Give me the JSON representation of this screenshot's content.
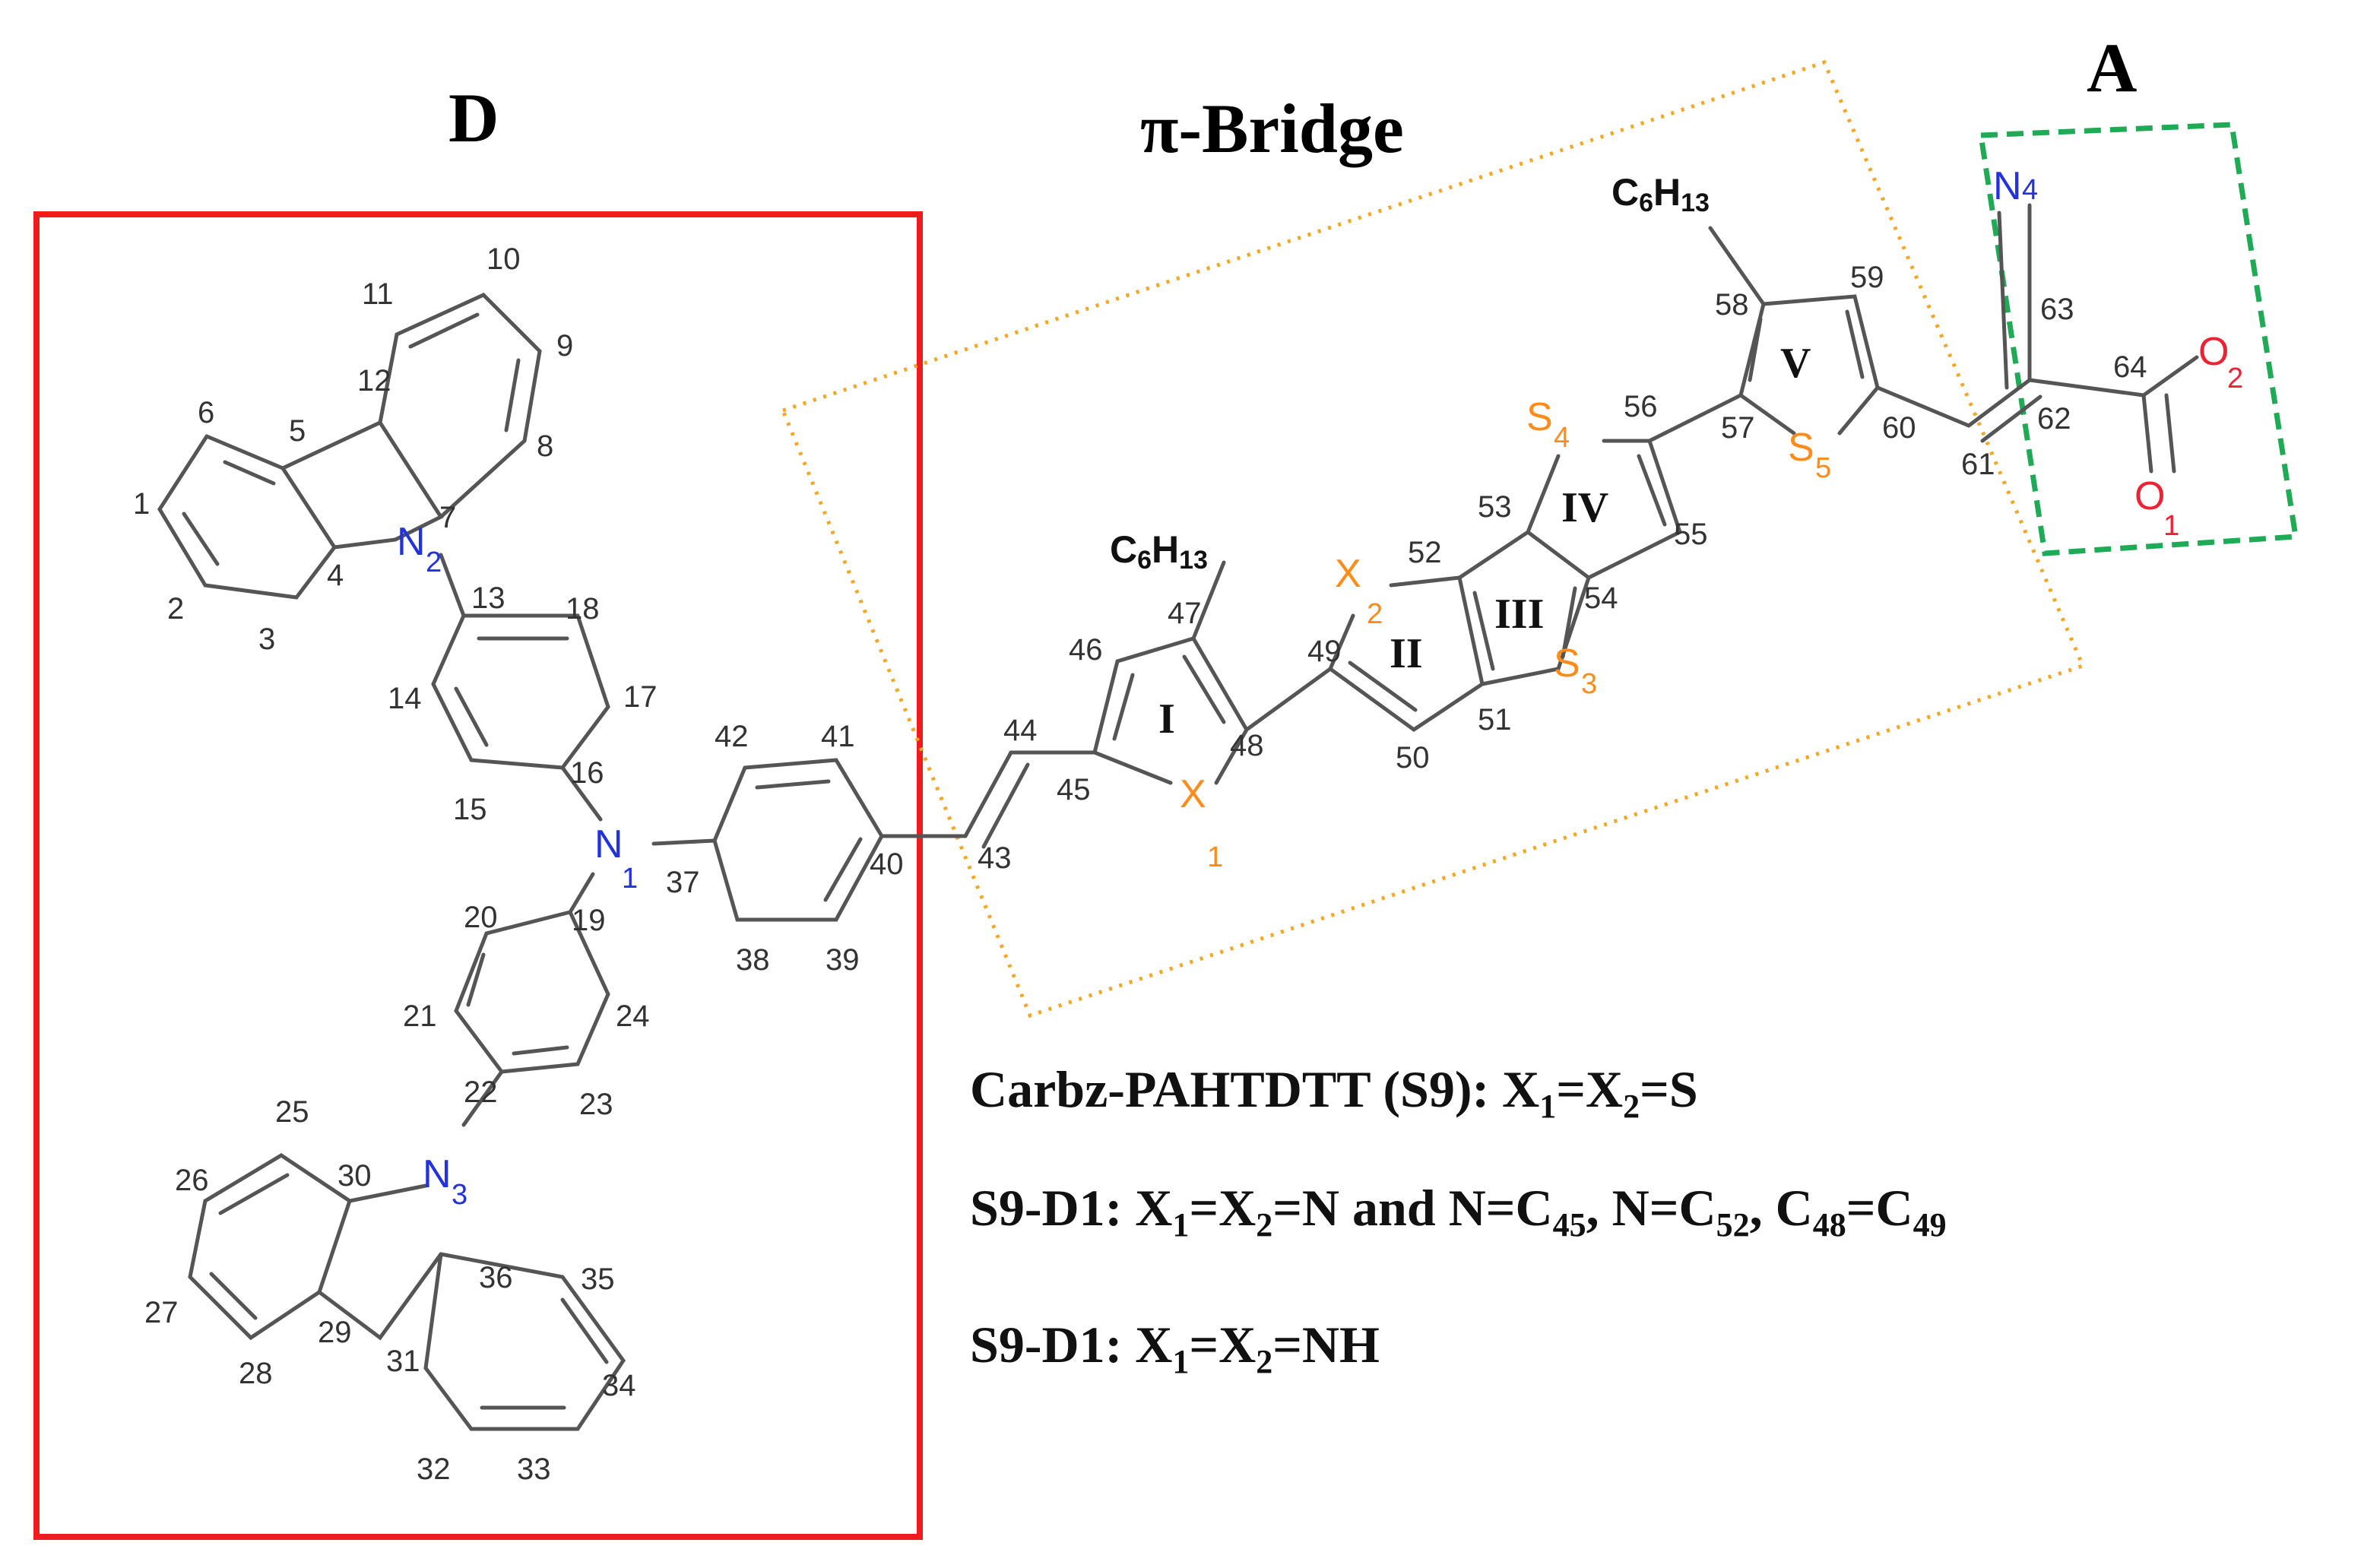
{
  "sections": {
    "donor": "D",
    "bridge": "π-Bridge",
    "acceptor": "A"
  },
  "box_colors": {
    "donor": "#ee1c1c",
    "bridge": "#f5a623",
    "acceptor": "#1faa55"
  },
  "atom_colors": {
    "carbon": "#555555",
    "nitrogen": "#2233dd",
    "sulfur": "#ff8c1a",
    "oxygen": "#ee2233"
  },
  "heteroatoms": {
    "N1": {
      "el": "N",
      "sub": "1"
    },
    "N2": {
      "el": "N",
      "sub": "2"
    },
    "N3": {
      "el": "N",
      "sub": "3"
    },
    "N4": {
      "el": "N",
      "sub": "4"
    },
    "X1": {
      "el": "X",
      "sub": "1"
    },
    "X2": {
      "el": "X",
      "sub": "2"
    },
    "S3": {
      "el": "S",
      "sub": "3"
    },
    "S4": {
      "el": "S",
      "sub": "4"
    },
    "S5": {
      "el": "S",
      "sub": "5"
    },
    "O1": {
      "el": "O",
      "sub": "1"
    },
    "O2": {
      "el": "O",
      "sub": "2"
    }
  },
  "ring_labels": [
    "I",
    "II",
    "III",
    "IV",
    "V"
  ],
  "hexyl": {
    "main": "C",
    "sub1": "6",
    "mid": "H",
    "sub2": "13"
  },
  "captions": {
    "line1": {
      "name": "Carbz-PAHTDTT (S9): X",
      "s1": "1",
      "mid": "=X",
      "s2": "2",
      "tail": "=S"
    },
    "line2": {
      "name": "S9-D1: X",
      "s1": "1",
      "mid": "=X",
      "s2": "2",
      "tail1": "=N and N=C",
      "s3": "45",
      "tail2": ", N=C",
      "s4": "52",
      "tail3": ", C",
      "s5": "48",
      "tail4": "=C",
      "s6": "49"
    },
    "line3": {
      "name": "S9-D1: X",
      "s1": "1",
      "mid": "=X",
      "s2": "2",
      "tail": "=NH"
    }
  },
  "atom_numbers": [
    "1",
    "2",
    "3",
    "4",
    "5",
    "6",
    "7",
    "8",
    "9",
    "10",
    "11",
    "12",
    "13",
    "14",
    "15",
    "16",
    "17",
    "18",
    "19",
    "20",
    "21",
    "22",
    "23",
    "24",
    "25",
    "26",
    "27",
    "28",
    "29",
    "30",
    "31",
    "32",
    "33",
    "34",
    "35",
    "36",
    "37",
    "38",
    "39",
    "40",
    "41",
    "42",
    "43",
    "44",
    "45",
    "46",
    "47",
    "48",
    "49",
    "50",
    "51",
    "52",
    "53",
    "54",
    "55",
    "56",
    "57",
    "58",
    "59",
    "60",
    "61",
    "62",
    "63",
    "64"
  ]
}
